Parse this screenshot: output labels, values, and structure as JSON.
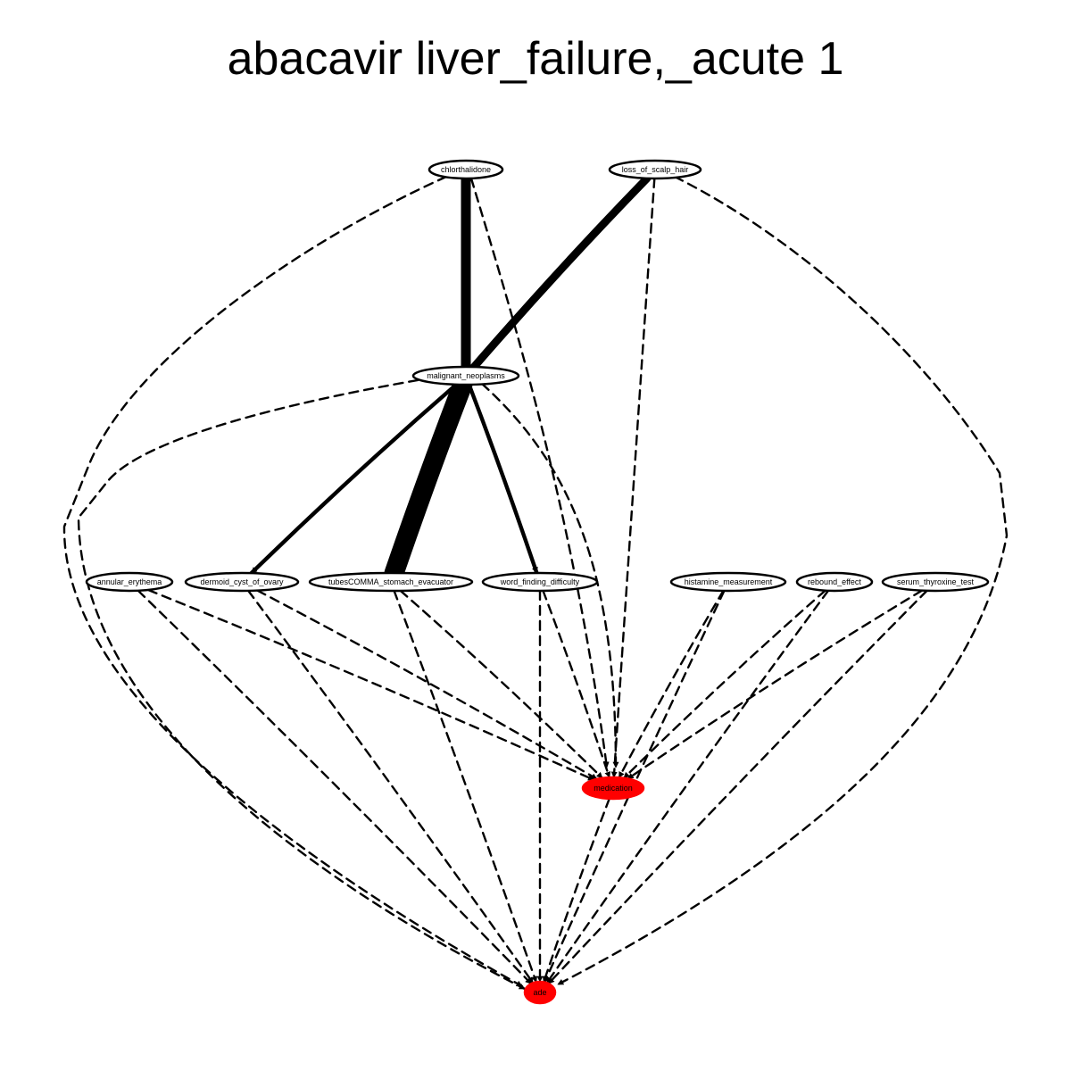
{
  "title": "abacavir liver_failure,_acute 1",
  "colors": {
    "highlight": "#ff0000",
    "outline": "#000000",
    "background": "#ffffff"
  },
  "nodes": [
    {
      "id": "chlorthalidone",
      "label": "chlorthalidone",
      "highlight": false
    },
    {
      "id": "loss_of_scalp_hair",
      "label": "loss_of_scalp_hair",
      "highlight": false
    },
    {
      "id": "malignant_neoplasms",
      "label": "malignant_neoplasms",
      "highlight": false
    },
    {
      "id": "annular_erythema",
      "label": "annular_erythema",
      "highlight": false
    },
    {
      "id": "dermoid_cyst_of_ovary",
      "label": "dermoid_cyst_of_ovary",
      "highlight": false
    },
    {
      "id": "tubesCOMMA_stomach_evacuator",
      "label": "tubesCOMMA_stomach_evacuator",
      "highlight": false
    },
    {
      "id": "word_finding_difficulty",
      "label": "word_finding_difficulty",
      "highlight": false
    },
    {
      "id": "histamine_measurement",
      "label": "histamine_measurement",
      "highlight": false
    },
    {
      "id": "rebound_effect",
      "label": "rebound_effect",
      "highlight": false
    },
    {
      "id": "serum_thyroxine_test",
      "label": "serum_thyroxine_test",
      "highlight": false
    },
    {
      "id": "medication",
      "label": "medication",
      "highlight": true
    },
    {
      "id": "ade",
      "label": "ade",
      "highlight": true
    }
  ],
  "edges": [
    {
      "from": "chlorthalidone",
      "to": "malignant_neoplasms",
      "style": "solid",
      "weight": 5
    },
    {
      "from": "loss_of_scalp_hair",
      "to": "malignant_neoplasms",
      "style": "solid",
      "weight": 4
    },
    {
      "from": "malignant_neoplasms",
      "to": "tubesCOMMA_stomach_evacuator",
      "style": "solid",
      "weight": 10
    },
    {
      "from": "malignant_neoplasms",
      "to": "dermoid_cyst_of_ovary",
      "style": "solid",
      "weight": 2
    },
    {
      "from": "malignant_neoplasms",
      "to": "word_finding_difficulty",
      "style": "solid",
      "weight": 2
    },
    {
      "from": "chlorthalidone",
      "to": "medication",
      "style": "dashed",
      "weight": 1
    },
    {
      "from": "chlorthalidone",
      "to": "ade",
      "style": "dashed",
      "weight": 1
    },
    {
      "from": "loss_of_scalp_hair",
      "to": "medication",
      "style": "dashed",
      "weight": 1
    },
    {
      "from": "loss_of_scalp_hair",
      "to": "ade",
      "style": "dashed",
      "weight": 1
    },
    {
      "from": "malignant_neoplasms",
      "to": "medication",
      "style": "dashed",
      "weight": 1
    },
    {
      "from": "malignant_neoplasms",
      "to": "ade",
      "style": "dashed",
      "weight": 1
    },
    {
      "from": "annular_erythema",
      "to": "medication",
      "style": "dashed",
      "weight": 1
    },
    {
      "from": "annular_erythema",
      "to": "ade",
      "style": "dashed",
      "weight": 1
    },
    {
      "from": "dermoid_cyst_of_ovary",
      "to": "medication",
      "style": "dashed",
      "weight": 1
    },
    {
      "from": "dermoid_cyst_of_ovary",
      "to": "ade",
      "style": "dashed",
      "weight": 1
    },
    {
      "from": "tubesCOMMA_stomach_evacuator",
      "to": "medication",
      "style": "dashed",
      "weight": 1
    },
    {
      "from": "tubesCOMMA_stomach_evacuator",
      "to": "ade",
      "style": "dashed",
      "weight": 1
    },
    {
      "from": "word_finding_difficulty",
      "to": "medication",
      "style": "dashed",
      "weight": 1
    },
    {
      "from": "word_finding_difficulty",
      "to": "ade",
      "style": "dashed",
      "weight": 1
    },
    {
      "from": "histamine_measurement",
      "to": "medication",
      "style": "dashed",
      "weight": 1
    },
    {
      "from": "histamine_measurement",
      "to": "ade",
      "style": "dashed",
      "weight": 1
    },
    {
      "from": "rebound_effect",
      "to": "medication",
      "style": "dashed",
      "weight": 1
    },
    {
      "from": "rebound_effect",
      "to": "ade",
      "style": "dashed",
      "weight": 1
    },
    {
      "from": "serum_thyroxine_test",
      "to": "medication",
      "style": "dashed",
      "weight": 1
    },
    {
      "from": "serum_thyroxine_test",
      "to": "ade",
      "style": "dashed",
      "weight": 1
    },
    {
      "from": "medication",
      "to": "ade",
      "style": "dashed",
      "weight": 1
    }
  ]
}
